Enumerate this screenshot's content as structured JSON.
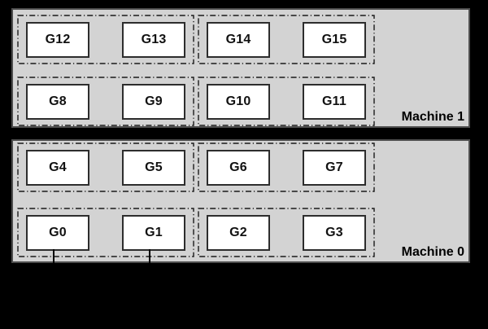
{
  "diagram": {
    "description": "GPU topology diagram: two machines each containing four dash-dot bordered GPU pair groups"
  },
  "machines": [
    {
      "label": "Machine 1",
      "groups": [
        {
          "gpus": [
            "G12",
            "G13"
          ]
        },
        {
          "gpus": [
            "G14",
            "G15"
          ]
        },
        {
          "gpus": [
            "G8",
            "G9"
          ]
        },
        {
          "gpus": [
            "G10",
            "G11"
          ]
        }
      ]
    },
    {
      "label": "Machine 0",
      "groups": [
        {
          "gpus": [
            "G4",
            "G5"
          ]
        },
        {
          "gpus": [
            "G6",
            "G7"
          ]
        },
        {
          "gpus": [
            "G0",
            "G1"
          ]
        },
        {
          "gpus": [
            "G2",
            "G3"
          ]
        }
      ]
    }
  ],
  "connectors": [
    {
      "from": "G0",
      "direction": "down"
    },
    {
      "from": "G1",
      "direction": "down"
    }
  ],
  "colors": {
    "page_background": "#000000",
    "machine_fill": "#d3d3d3",
    "machine_border": "#4d4d4d",
    "gpu_fill": "#ffffff",
    "gpu_border": "#2d2d2d",
    "group_dash_border": "#1a1a1a",
    "connector": "#000000",
    "text": "#000000"
  }
}
